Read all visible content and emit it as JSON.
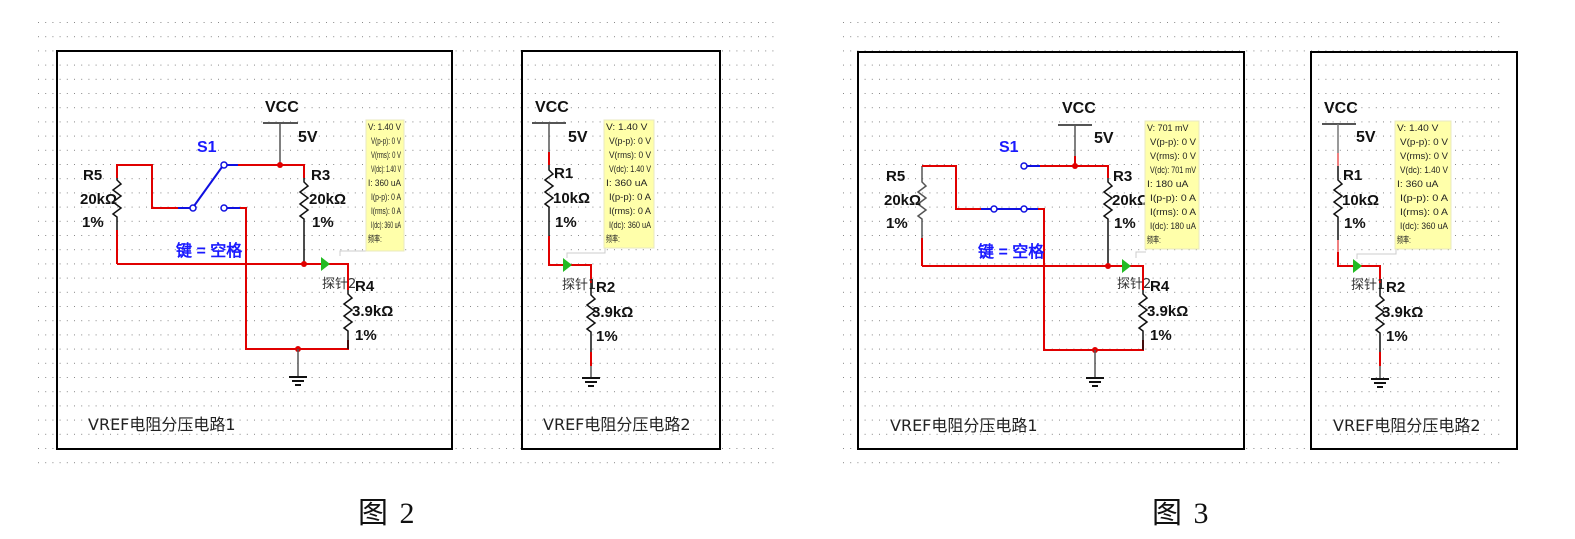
{
  "colors": {
    "wire_live": "#e00000",
    "wire_idle": "#666666",
    "switch": "#1010e0",
    "probe": "#22bb22",
    "tooltip_bg": "#ffffaa",
    "frame": "#000000",
    "grid_dot": "#888888"
  },
  "figures": [
    {
      "caption": "图 2",
      "switch_state": "connected-to-vcc",
      "circuit1": {
        "title": "VREF电阻分压电路1",
        "vcc_label": "VCC",
        "vcc_value": "5V",
        "switch_label": "S1",
        "switch_key": "键 = 空格",
        "probe_label": "探针2",
        "resistors": [
          {
            "name": "R5",
            "value": "20kΩ",
            "tolerance": "1%"
          },
          {
            "name": "R3",
            "value": "20kΩ",
            "tolerance": "1%"
          },
          {
            "name": "R4",
            "value": "3.9kΩ",
            "tolerance": "1%"
          }
        ],
        "probe_readout": [
          "V: 1.40 V",
          "V(p-p): 0 V",
          "V(rms): 0 V",
          "V(dc): 1.40 V",
          "I: 360 uA",
          "I(p-p): 0 A",
          "I(rms): 0 A",
          "I(dc): 360 uA",
          "频率:"
        ]
      },
      "circuit2": {
        "title": "VREF电阻分压电路2",
        "vcc_label": "VCC",
        "vcc_value": "5V",
        "probe_label": "探针1",
        "resistors": [
          {
            "name": "R1",
            "value": "10kΩ",
            "tolerance": "1%"
          },
          {
            "name": "R2",
            "value": "3.9kΩ",
            "tolerance": "1%"
          }
        ],
        "probe_readout": [
          "V: 1.40 V",
          "V(p-p): 0 V",
          "V(rms): 0 V",
          "V(dc): 1.40 V",
          "I: 360 uA",
          "I(p-p): 0 A",
          "I(rms): 0 A",
          "I(dc): 360 uA",
          "频率:"
        ]
      }
    },
    {
      "caption": "图 3",
      "switch_state": "connected-to-r5",
      "circuit1": {
        "title": "VREF电阻分压电路1",
        "vcc_label": "VCC",
        "vcc_value": "5V",
        "switch_label": "S1",
        "switch_key": "键 = 空格",
        "probe_label": "探针2",
        "resistors": [
          {
            "name": "R5",
            "value": "20kΩ",
            "tolerance": "1%"
          },
          {
            "name": "R3",
            "value": "20kΩ",
            "tolerance": "1%"
          },
          {
            "name": "R4",
            "value": "3.9kΩ",
            "tolerance": "1%"
          }
        ],
        "probe_readout": [
          "V: 701 mV",
          "V(p-p): 0 V",
          "V(rms): 0 V",
          "V(dc): 701 mV",
          "I: 180 uA",
          "I(p-p): 0 A",
          "I(rms): 0 A",
          "I(dc): 180 uA",
          "频率:"
        ]
      },
      "circuit2": {
        "title": "VREF电阻分压电路2",
        "vcc_label": "VCC",
        "vcc_value": "5V",
        "probe_label": "探针1",
        "resistors": [
          {
            "name": "R1",
            "value": "10kΩ",
            "tolerance": "1%"
          },
          {
            "name": "R2",
            "value": "3.9kΩ",
            "tolerance": "1%"
          }
        ],
        "probe_readout": [
          "V: 1.40 V",
          "V(p-p): 0 V",
          "V(rms): 0 V",
          "V(dc): 1.40 V",
          "I: 360 uA",
          "I(p-p): 0 A",
          "I(rms): 0 A",
          "I(dc): 360 uA",
          "频率:"
        ]
      }
    }
  ]
}
